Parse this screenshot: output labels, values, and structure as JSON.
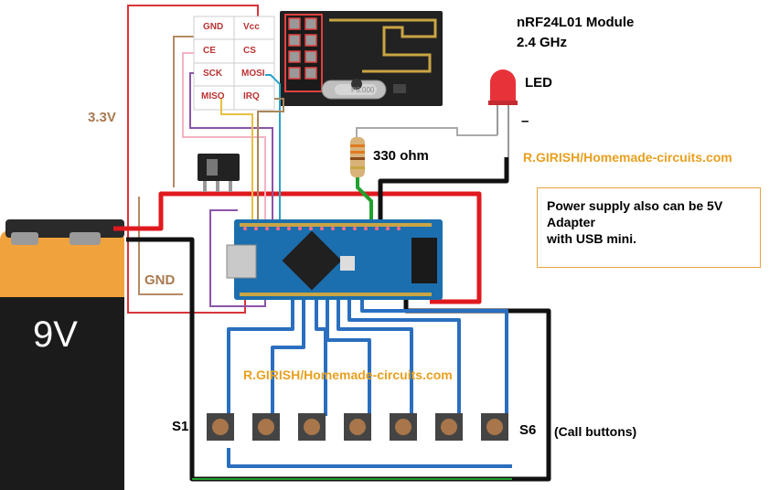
{
  "module": {
    "title_line1": "nRF24L01 Module",
    "title_line2": "2.4 GHz",
    "chip_text": "P8.000"
  },
  "pins": {
    "gnd": "GND",
    "vcc": "Vcc",
    "ce": "CE",
    "cs": "CS",
    "sck": "SCK",
    "mosi": "MOSI",
    "miso": "MISO",
    "irq": "IRQ"
  },
  "labels": {
    "led": "LED",
    "minus": "–",
    "resistor": "330 ohm",
    "v33": "3.3V",
    "gnd": "GND",
    "battery": "9V",
    "s1": "S1",
    "s6": "S6",
    "call_buttons": "(Call buttons)",
    "watermark_top": "R.GIRISH/Homemade-circuits.com",
    "watermark_mid": "R.GIRISH/Homemade-circuits.com"
  },
  "note": {
    "line1": "Power supply also can be 5V",
    "line2": "Adapter",
    "line3": "with USB mini."
  },
  "colors": {
    "watermark": "#e8a020",
    "wire_red": "#e0191f",
    "wire_black": "#111111",
    "wire_blue": "#2a6fbf",
    "wire_green": "#21a12e",
    "arduino_blue": "#1c6fae",
    "label_brown": "#a87a50"
  }
}
